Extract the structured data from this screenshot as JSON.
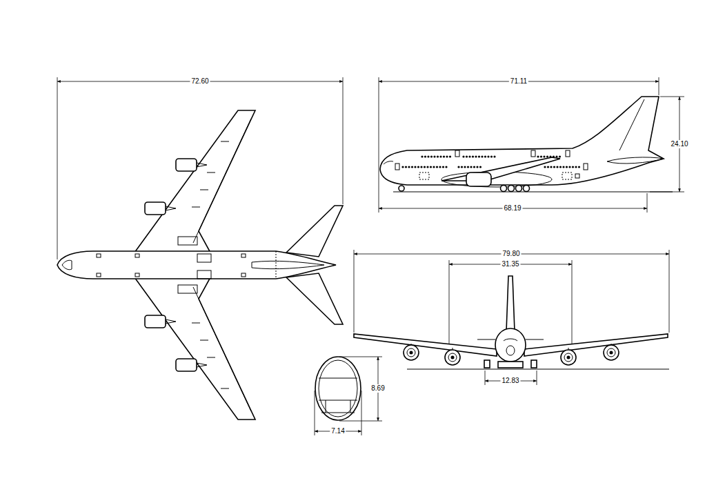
{
  "diagram": {
    "labels": [
      "72.60",
      "71.11",
      "24.10",
      "68.19",
      "79.80",
      "31.35",
      "12.83",
      "8.69",
      "7.14"
    ]
  }
}
